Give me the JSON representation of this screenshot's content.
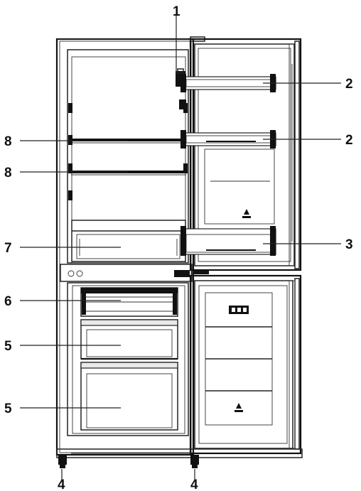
{
  "callouts": [
    {
      "id": "1",
      "text": "1"
    },
    {
      "id": "2a",
      "text": "2"
    },
    {
      "id": "2b",
      "text": "2"
    },
    {
      "id": "3",
      "text": "3"
    },
    {
      "id": "8a",
      "text": "8"
    },
    {
      "id": "8b",
      "text": "8"
    },
    {
      "id": "7",
      "text": "7"
    },
    {
      "id": "6",
      "text": "6"
    },
    {
      "id": "5a",
      "text": "5"
    },
    {
      "id": "5b",
      "text": "5"
    },
    {
      "id": "4a",
      "text": "4"
    },
    {
      "id": "4b",
      "text": "4"
    }
  ]
}
